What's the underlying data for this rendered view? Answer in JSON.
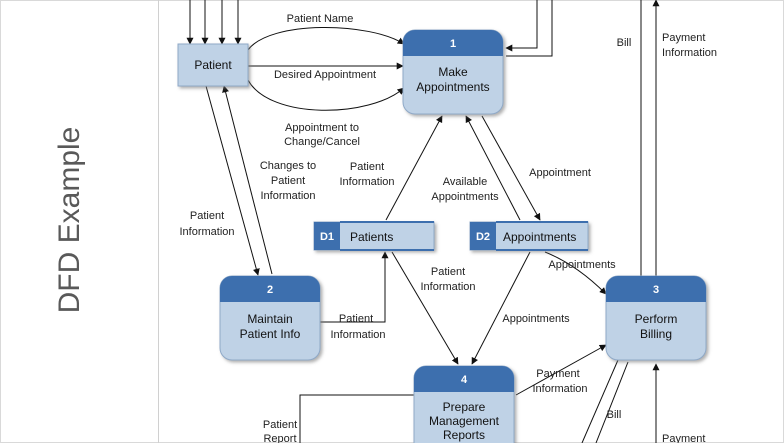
{
  "slide": {
    "title": "DFD Example"
  },
  "entities": {
    "patient": "Patient"
  },
  "processes": [
    {
      "number": "1",
      "line1": "Make",
      "line2": "Appointments"
    },
    {
      "number": "2",
      "line1": "Maintain",
      "line2": "Patient Info"
    },
    {
      "number": "3",
      "line1": "Perform",
      "line2": "Billing"
    },
    {
      "number": "4",
      "line1": "Prepare",
      "line2": "Management",
      "line3": "Reports"
    }
  ],
  "stores": [
    {
      "id": "D1",
      "name": "Patients"
    },
    {
      "id": "D2",
      "name": "Appointments"
    }
  ],
  "flows": {
    "patient_name": "Patient Name",
    "desired_appointment": "Desired Appointment",
    "appt_change_1": "Appointment to",
    "appt_change_2": "Change/Cancel",
    "changes_1": "Changes to",
    "changes_2": "Patient",
    "changes_3": "Information",
    "pi_left_1": "Patient",
    "pi_left_2": "Information",
    "pi_d1_1": "Patient",
    "pi_d1_2": "Information",
    "avail_1": "Available",
    "avail_2": "Appointments",
    "appointment": "Appointment",
    "bill_top": "Bill",
    "payment_top_1": "Payment",
    "payment_top_2": "Information",
    "appointments_d2_3": "Appointments",
    "pi_2_d1_1": "Patient",
    "pi_2_d1_2": "Information",
    "pi_d1_4_1": "Patient",
    "pi_d1_4_2": "Information",
    "appointments_d2_4": "Appointments",
    "payment_bot_1": "Payment",
    "payment_bot_2": "Information",
    "bill_bot": "Bill",
    "patient_report_1": "Patient",
    "patient_report_2": "Report",
    "payment_cut": "Payment"
  },
  "colors": {
    "box_fill": "#bfd2e6",
    "header_fill": "#3d6fae",
    "store_fill": "#bfd2e6",
    "line": "#111111"
  }
}
